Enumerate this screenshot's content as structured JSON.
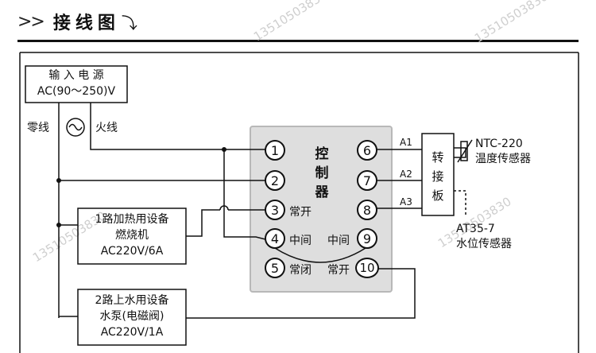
{
  "header": {
    "chevrons": ">>",
    "title": "接线图",
    "mark": "⤵"
  },
  "watermark": "13510503830",
  "power": {
    "line1": "输 入 电 源",
    "line2": "AC(90～250)V",
    "neutral": "零线",
    "live": "火线"
  },
  "controller": {
    "label": [
      "控",
      "制",
      "器"
    ],
    "terminals": [
      "1",
      "2",
      "3",
      "4",
      "5",
      "6",
      "7",
      "8",
      "9",
      "10"
    ],
    "t3_label": "常开",
    "t4_label": "中间",
    "t9_label": "中间",
    "t5_label": "常闭",
    "t10_label": "常开"
  },
  "adapter": {
    "label": [
      "转",
      "接",
      "板"
    ],
    "a1": "A1",
    "a2": "A2",
    "a3": "A3"
  },
  "sensors": {
    "ntc_line1": "NTC-220",
    "ntc_line2": "温度传感器",
    "at_line1": "AT35-7",
    "at_line2": "水位传感器"
  },
  "device1": {
    "line1": "1路加热用设备",
    "line2": "燃烧机",
    "line3": "AC220V/6A"
  },
  "device2": {
    "line1": "2路上水用设备",
    "line2": "水泵(电磁阀)",
    "line3": "AC220V/1A"
  },
  "colors": {
    "line": "#111111",
    "panel": "#dedede",
    "watermark": "#cfcfcf"
  }
}
